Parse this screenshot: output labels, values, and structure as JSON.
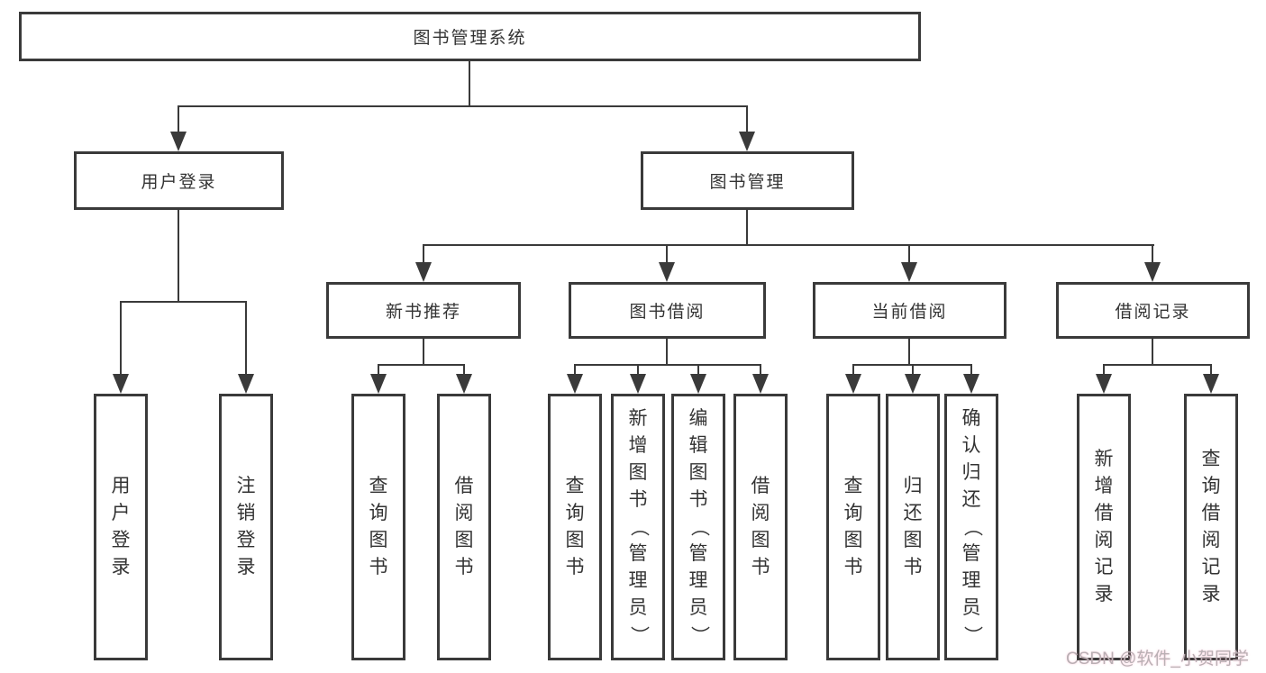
{
  "nodes": {
    "root": "图书管理系统",
    "user_login": "用户登录",
    "book_mgmt": "图书管理",
    "new_book_rec": "新书推荐",
    "book_borrow": "图书借阅",
    "current_borrow": "当前借阅",
    "borrow_records": "借阅记录",
    "leaves": {
      "user_login": [
        "用户登录",
        "注销登录"
      ],
      "new_book_rec": [
        "查询图书",
        "借阅图书"
      ],
      "book_borrow": [
        "查询图书",
        "新增图书（管理员）",
        "编辑图书（管理员）",
        "借阅图书"
      ],
      "current_borrow": [
        "查询图书",
        "归还图书",
        "确认归还（管理员）"
      ],
      "borrow_records": [
        "新增借阅记录",
        "查询借阅记录"
      ]
    }
  },
  "watermark": "CSDN @软件_小贺同学",
  "colors": {
    "line": "#3a3a3a",
    "text": "#333333",
    "background": "#ffffff",
    "watermark": "#b9b0b4"
  }
}
